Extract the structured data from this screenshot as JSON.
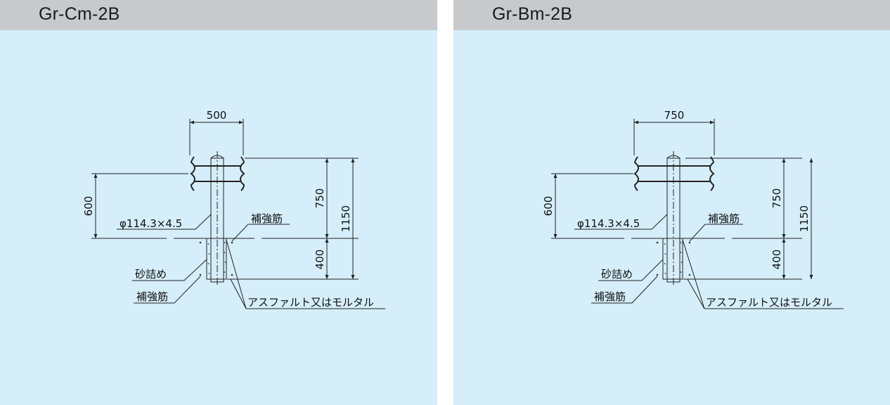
{
  "panels": [
    {
      "title": "Gr-Cm-2B",
      "labels": {
        "rail_width": "500",
        "rail_height": "600",
        "post_above": "750",
        "total_height": "1150",
        "embed_depth": "400",
        "post_spec": "φ114.3×4.5",
        "rebar_top": "補強筋",
        "sand_fill": "砂詰め",
        "rebar_bottom": "補強筋",
        "surface": "アスファルト又はモルタル"
      }
    },
    {
      "title": "Gr-Bm-2B",
      "labels": {
        "rail_width": "750",
        "rail_height": "600",
        "post_above": "750",
        "total_height": "1150",
        "embed_depth": "400",
        "post_spec": "φ114.3×4.5",
        "rebar_top": "補強筋",
        "sand_fill": "砂詰め",
        "rebar_bottom": "補強筋",
        "surface": "アスファルト又はモルタル"
      }
    }
  ]
}
